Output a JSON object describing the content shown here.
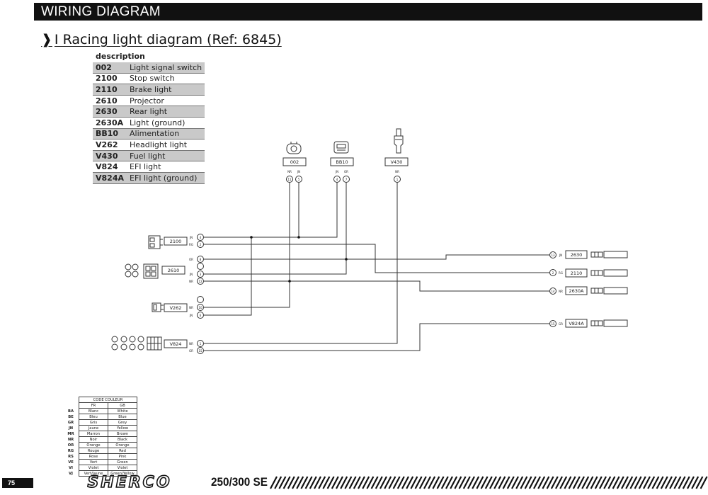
{
  "header": {
    "title": "WIRING DIAGRAM"
  },
  "section": {
    "chevron": "❱",
    "title": "I Racing light diagram (Ref: 6845)"
  },
  "description_table": {
    "header": "description",
    "rows": [
      {
        "code": "002",
        "label": "Light signal switch"
      },
      {
        "code": "2100",
        "label": "Stop switch"
      },
      {
        "code": "2110",
        "label": "Brake light"
      },
      {
        "code": "2610",
        "label": "Projector"
      },
      {
        "code": "2630",
        "label": "Rear light"
      },
      {
        "code": "2630A",
        "label": "Light (ground)"
      },
      {
        "code": "BB10",
        "label": "Alimentation"
      },
      {
        "code": "V262",
        "label": "Headlight light"
      },
      {
        "code": "V430",
        "label": "Fuel light"
      },
      {
        "code": "V824",
        "label": "EFI light"
      },
      {
        "code": "V824A",
        "label": "EFI light (ground)"
      }
    ]
  },
  "connectors_top": [
    {
      "id": "002",
      "wires": [
        "NR",
        "JN"
      ],
      "pins": [
        "11",
        "5"
      ]
    },
    {
      "id": "BB10",
      "wires": [
        "JN",
        "OR"
      ],
      "pins": [
        "4",
        "7"
      ]
    },
    {
      "id": "V430",
      "wires": [
        "NR"
      ],
      "pins": [
        "1"
      ]
    }
  ],
  "connectors_left": [
    {
      "id": "2100",
      "wires": [
        "JN",
        "RG"
      ],
      "pins": [
        "4",
        "2"
      ]
    },
    {
      "id": "2610",
      "wires": [
        "OR",
        "",
        "JN",
        "NR"
      ],
      "pins": [
        "8",
        "",
        "3",
        "12"
      ]
    },
    {
      "id": "V262",
      "wires": [
        "",
        "NR",
        "JN"
      ],
      "pins": [
        "",
        "10",
        "6"
      ]
    },
    {
      "id": "V824",
      "wires": [
        "NR",
        "GR"
      ],
      "pins": [
        "1",
        "15"
      ]
    }
  ],
  "connectors_right": [
    {
      "id": "2630",
      "wire": "JN",
      "pin": "13"
    },
    {
      "id": "2110",
      "wire": "RG",
      "pin": "2"
    },
    {
      "id": "2630A",
      "wire": "NR",
      "pin": "14"
    },
    {
      "id": "V824A",
      "wire": "GR",
      "pin": "15"
    }
  ],
  "color_code": {
    "title": "CODE COULEUR",
    "fr": "FR",
    "gb": "GB",
    "rows": [
      {
        "abbr": "BA",
        "fr": "Blanc",
        "gb": "White"
      },
      {
        "abbr": "BE",
        "fr": "Bleu",
        "gb": "Blue"
      },
      {
        "abbr": "GR",
        "fr": "Gris",
        "gb": "Grey"
      },
      {
        "abbr": "JN",
        "fr": "Jaune",
        "gb": "Yellow"
      },
      {
        "abbr": "MR",
        "fr": "Marron",
        "gb": "Brown"
      },
      {
        "abbr": "NR",
        "fr": "Noir",
        "gb": "Black"
      },
      {
        "abbr": "OR",
        "fr": "Orange",
        "gb": "Orange"
      },
      {
        "abbr": "RG",
        "fr": "Rouge",
        "gb": "Red"
      },
      {
        "abbr": "RS",
        "fr": "Rose",
        "gb": "Pink"
      },
      {
        "abbr": "VE",
        "fr": "Vert",
        "gb": "Green"
      },
      {
        "abbr": "VI",
        "fr": "Violet",
        "gb": "Violet"
      },
      {
        "abbr": "VJ",
        "fr": "Vert/Jaune",
        "gb": "Green/Yellow"
      }
    ]
  },
  "footer": {
    "page": "75",
    "brand": "SHERCO",
    "model": "250/300 SE"
  }
}
